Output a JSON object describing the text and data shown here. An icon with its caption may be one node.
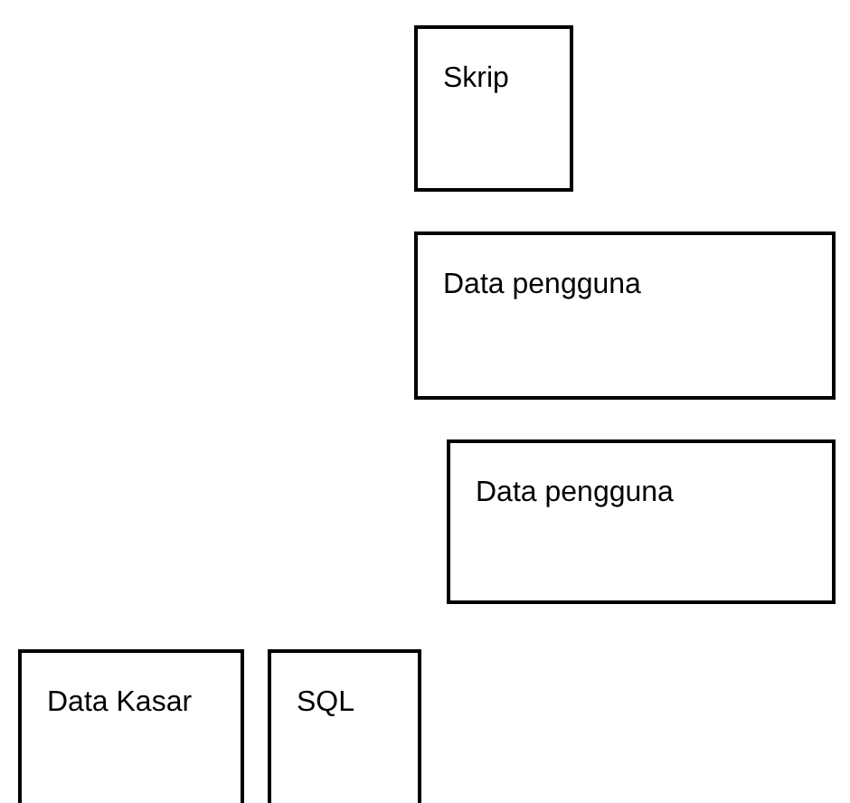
{
  "diagram": {
    "nodes": [
      {
        "text": [
          "Skrip"
        ]
      },
      {
        "text": [
          "Data pengguna"
        ]
      },
      {
        "text": [
          "Data pengguna"
        ]
      },
      {
        "text": [
          "Data Kasar"
        ]
      },
      {
        "text": [
          "SQL"
        ]
      }
    ]
  }
}
